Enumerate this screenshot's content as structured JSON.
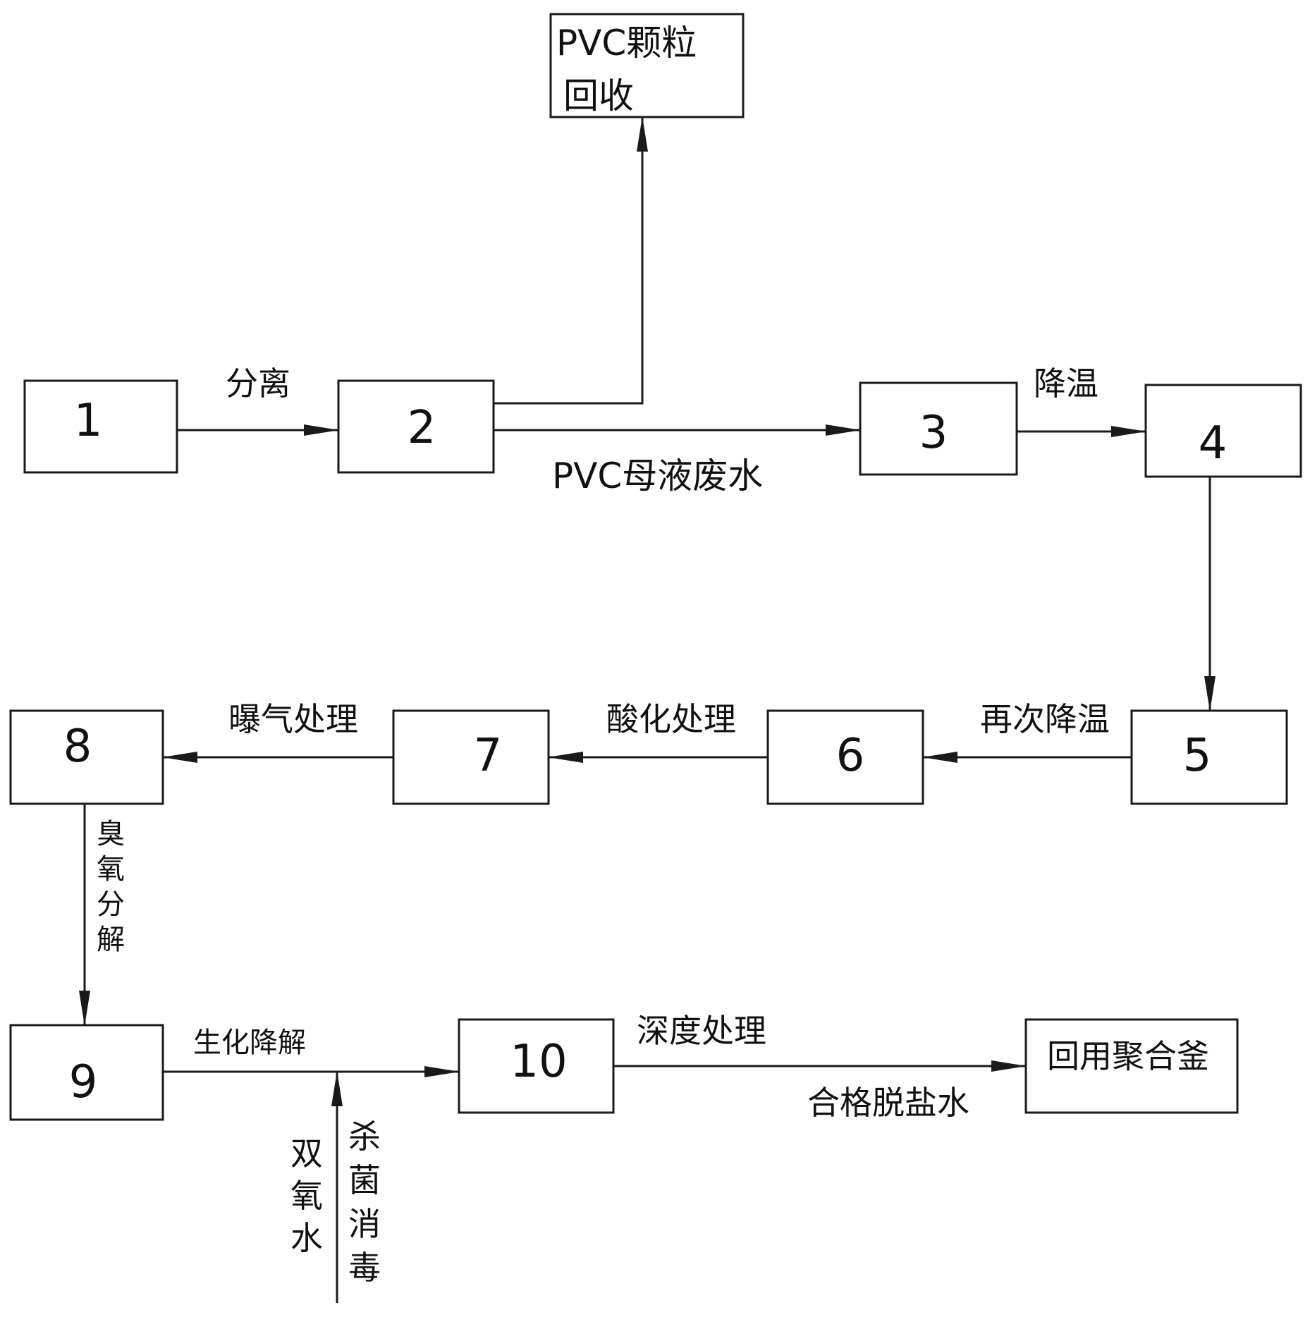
{
  "nodes": {
    "n1": "1",
    "n2": "2",
    "n3": "3",
    "n4": "4",
    "n5": "5",
    "n6": "6",
    "n7": "7",
    "n8": "8",
    "n9": "9",
    "n10": "10",
    "pvc_recovery_line1": "PVC颗粒",
    "pvc_recovery_line2": "回收",
    "reuse": "回用聚合釜"
  },
  "edges": {
    "separation": "分离",
    "pvc_wastewater": "PVC母液废水",
    "cooling": "降温",
    "cooling_again": "再次降温",
    "acidification": "酸化处理",
    "aeration": "曝气处理",
    "ozone": [
      "臭",
      "氧",
      "分",
      "解"
    ],
    "biochemical": "生化降解",
    "hydrogen_peroxide": [
      "双",
      "氧",
      "水"
    ],
    "sterilization": [
      "杀",
      "菌",
      "消",
      "毒"
    ],
    "deep_treatment": "深度处理",
    "qualified_water": "合格脱盐水"
  }
}
